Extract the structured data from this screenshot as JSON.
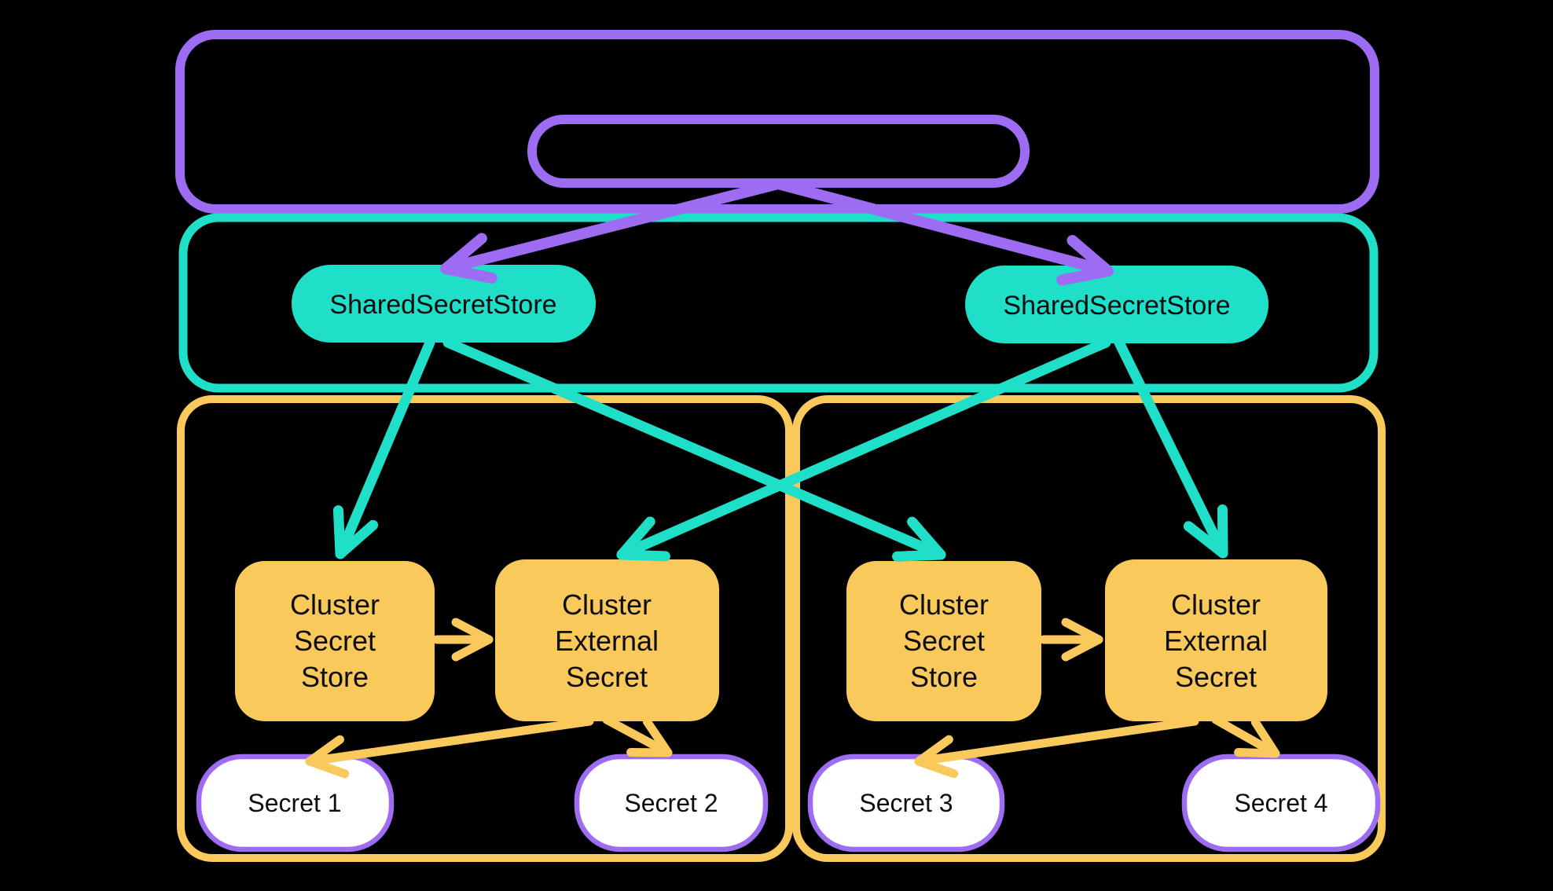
{
  "diagram": {
    "background": "#000000",
    "colors": {
      "purple": "#9D6CF2",
      "teal": "#1FDFC8",
      "yellow": "#FAC95B",
      "white": "#FFFFFF",
      "text": "#0d0d0d"
    },
    "nodes": {
      "shared_store_left": {
        "label": "SharedSecretStore"
      },
      "shared_store_right": {
        "label": "SharedSecretStore"
      },
      "cluster_secret_store_left": {
        "lines": [
          "Cluster",
          "Secret",
          "Store"
        ]
      },
      "cluster_external_secret_left": {
        "lines": [
          "Cluster",
          "External",
          "Secret"
        ]
      },
      "cluster_secret_store_right": {
        "lines": [
          "Cluster",
          "Secret",
          "Store"
        ]
      },
      "cluster_external_secret_right": {
        "lines": [
          "Cluster",
          "External",
          "Secret"
        ]
      },
      "secret_1": {
        "label": "Secret 1"
      },
      "secret_2": {
        "label": "Secret 2"
      },
      "secret_3": {
        "label": "Secret 3"
      },
      "secret_4": {
        "label": "Secret 4"
      }
    },
    "edges": [
      {
        "from": "top-inner-pill",
        "to": "shared-store-left",
        "color": "purple"
      },
      {
        "from": "top-inner-pill",
        "to": "shared-store-right",
        "color": "purple"
      },
      {
        "from": "shared-store-left",
        "to": "cluster-secret-store-left",
        "color": "teal"
      },
      {
        "from": "shared-store-left",
        "to": "cluster-secret-store-right",
        "color": "teal"
      },
      {
        "from": "shared-store-right",
        "to": "cluster-external-secret-left",
        "color": "teal"
      },
      {
        "from": "shared-store-right",
        "to": "cluster-external-secret-right",
        "color": "teal"
      },
      {
        "from": "cluster-secret-store-left",
        "to": "cluster-external-secret-left",
        "color": "yellow"
      },
      {
        "from": "cluster-secret-store-right",
        "to": "cluster-external-secret-right",
        "color": "yellow"
      },
      {
        "from": "cluster-external-secret-left",
        "to": "secret-1",
        "color": "yellow"
      },
      {
        "from": "cluster-external-secret-left",
        "to": "secret-2",
        "color": "yellow"
      },
      {
        "from": "cluster-external-secret-right",
        "to": "secret-3",
        "color": "yellow"
      },
      {
        "from": "cluster-external-secret-right",
        "to": "secret-4",
        "color": "yellow"
      }
    ]
  }
}
